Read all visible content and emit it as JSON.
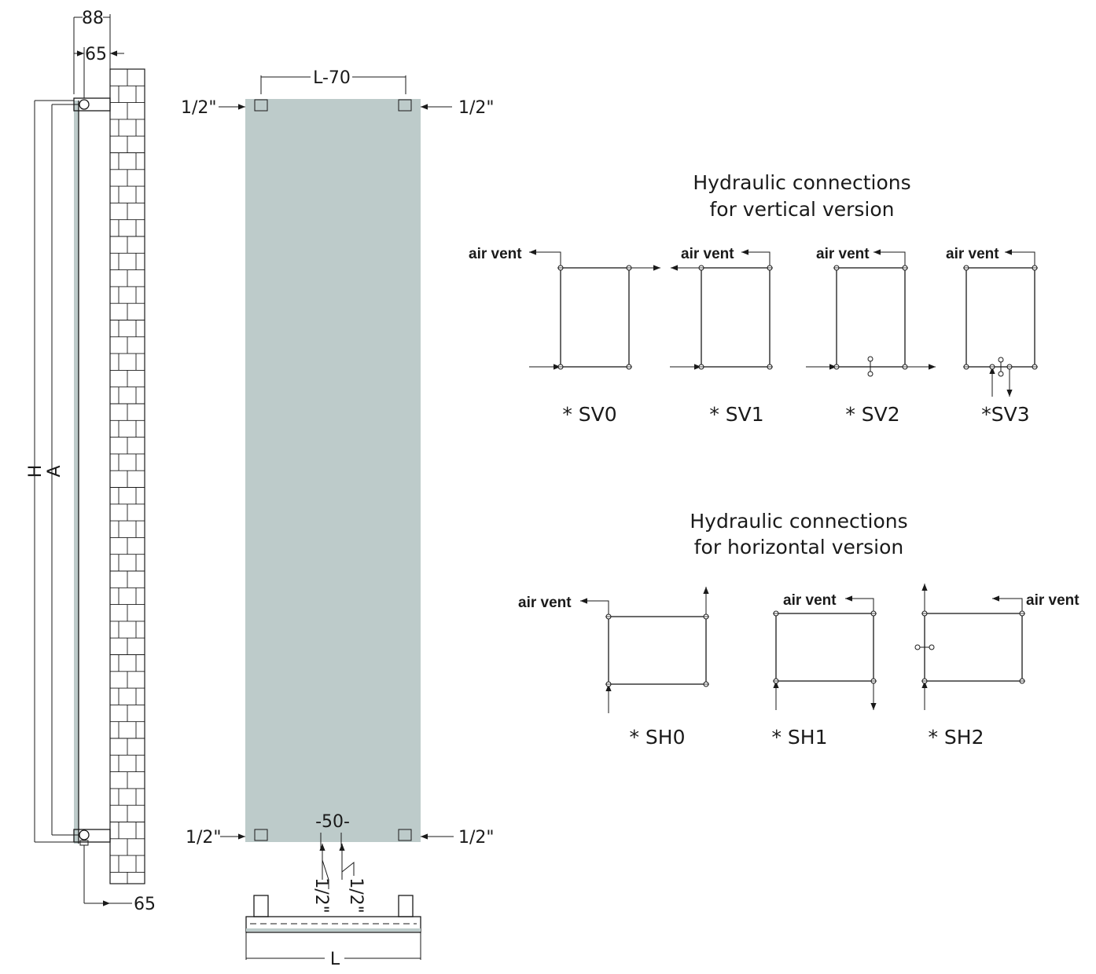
{
  "colors": {
    "panel": "#bdcbca",
    "line": "#1a1a1a",
    "background": "#ffffff"
  },
  "dimensions": {
    "depth_total": "88",
    "depth_inner": "65",
    "depth_bottom": "65",
    "height": "H",
    "axis": "A",
    "top_centers": "L-70",
    "bottom_centers": "-50-",
    "width": "L"
  },
  "connections": {
    "top_left": "1/2\"",
    "top_right": "1/2\"",
    "bottom_left": "1/2\"",
    "bottom_right": "1/2\"",
    "bottom_pipe_left": "1/2\"",
    "bottom_pipe_right": "1/2\""
  },
  "vertical": {
    "title_line1": "Hydraulic connections",
    "title_line2": "for vertical version",
    "schemes": [
      {
        "code": "* SV0",
        "air_vent": "air vent"
      },
      {
        "code": "* SV1",
        "air_vent": "air vent"
      },
      {
        "code": "* SV2",
        "air_vent": "air vent"
      },
      {
        "code": "*SV3",
        "air_vent": "air vent"
      }
    ]
  },
  "horizontal": {
    "title_line1": "Hydraulic connections",
    "title_line2": "for horizontal version",
    "schemes": [
      {
        "code": "* SH0",
        "air_vent": "air vent"
      },
      {
        "code": "* SH1",
        "air_vent": "air vent"
      },
      {
        "code": "* SH2",
        "air_vent": "air vent"
      }
    ]
  }
}
